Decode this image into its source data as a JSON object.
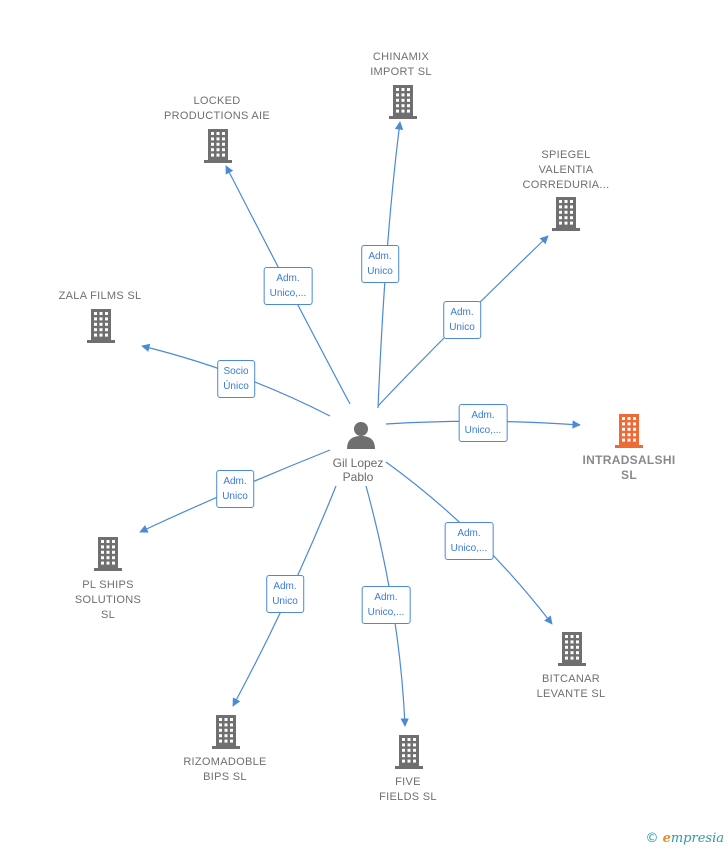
{
  "person": {
    "name": "Gil Lopez\nPablo"
  },
  "companies": [
    {
      "id": "chinamix",
      "name": "CHINAMIX\nIMPORT SL",
      "highlight": false,
      "role": "Adm.\nUnico"
    },
    {
      "id": "locked",
      "name": "LOCKED\nPRODUCTIONS AIE",
      "highlight": false,
      "role": "Adm.\nUnico,..."
    },
    {
      "id": "spiegel",
      "name": "SPIEGEL\nVALENTIA\nCORREDURIA...",
      "highlight": false,
      "role": "Adm.\nUnico"
    },
    {
      "id": "zala",
      "name": "ZALA FILMS SL",
      "highlight": false,
      "role": "Socio\nÚnico"
    },
    {
      "id": "intradsalshi",
      "name": "INTRADSALSHI\nSL",
      "highlight": true,
      "role": "Adm.\nUnico,..."
    },
    {
      "id": "plships",
      "name": "PL SHIPS\nSOLUTIONS\nSL",
      "highlight": false,
      "role": "Adm.\nUnico"
    },
    {
      "id": "bitcanar",
      "name": "BITCANAR\nLEVANTE SL",
      "highlight": false,
      "role": "Adm.\nUnico,..."
    },
    {
      "id": "rizomadoble",
      "name": "RIZOMADOBLE\nBIPS SL",
      "highlight": false,
      "role": "Adm.\nUnico"
    },
    {
      "id": "fivefields",
      "name": "FIVE\nFIELDS SL",
      "highlight": false,
      "role": "Adm.\nUnico,..."
    }
  ],
  "colors": {
    "edge": "#4a8ad8",
    "building": "#6f6f6f",
    "highlight_building": "#f06a35"
  },
  "footer": {
    "copyright": "©",
    "brand_e": "e",
    "brand_rest": "mpresia"
  }
}
